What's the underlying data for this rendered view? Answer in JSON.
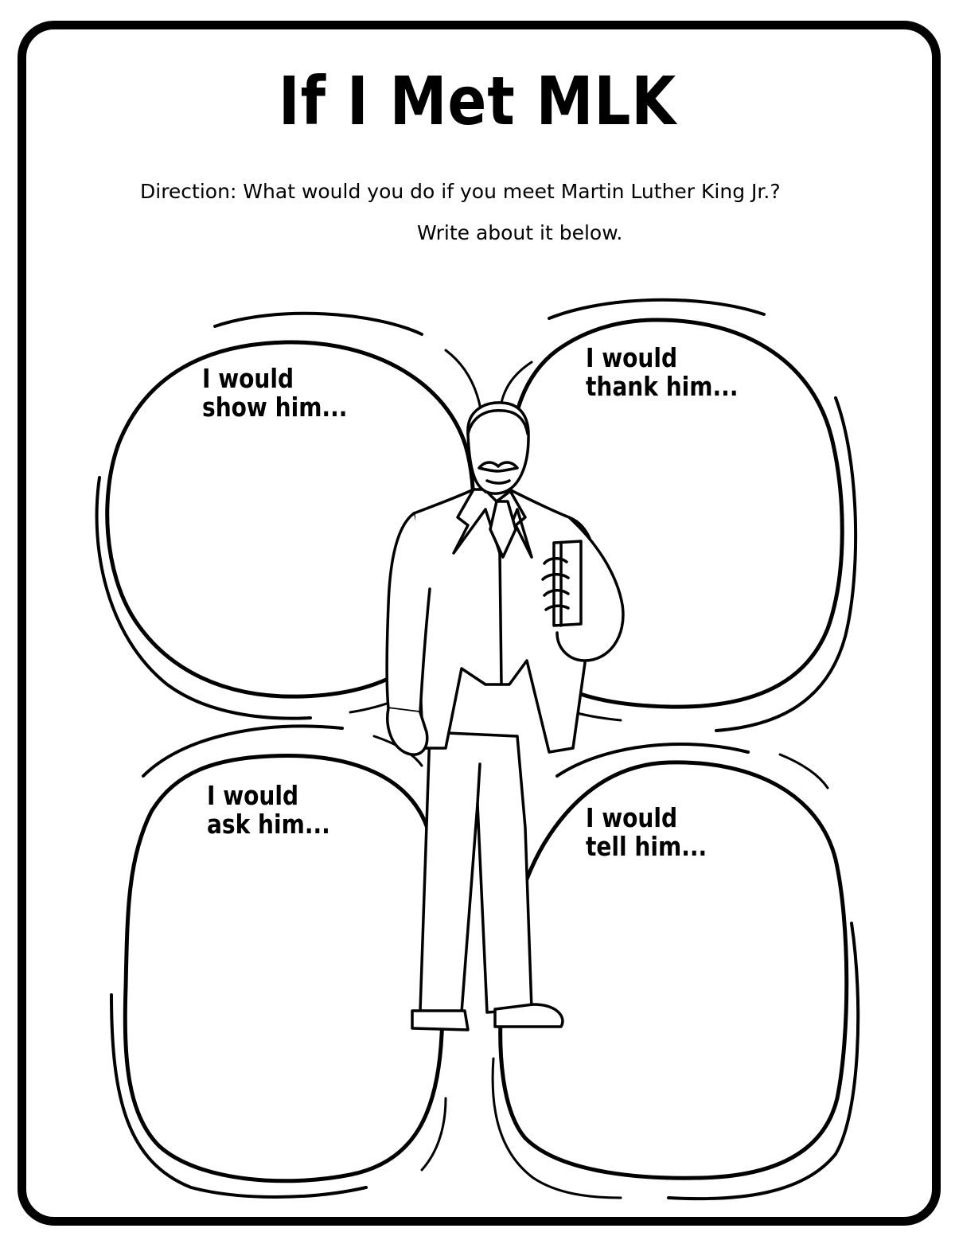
{
  "worksheet": {
    "title": "If I Met MLK",
    "direction_line1": "Direction: What would you do if you meet Martin Luther King Jr.?",
    "direction_line2": "Write about it below."
  },
  "bubbles": [
    {
      "line1": "I would",
      "line2": "show him..."
    },
    {
      "line1": "I would",
      "line2": "thank him..."
    },
    {
      "line1": "I would",
      "line2": "ask him..."
    },
    {
      "line1": "I would",
      "line2": "tell him..."
    }
  ],
  "colors": {
    "ink": "#000000",
    "paper": "#ffffff"
  },
  "icons": {
    "figure": "mlk-figure-illustration"
  }
}
